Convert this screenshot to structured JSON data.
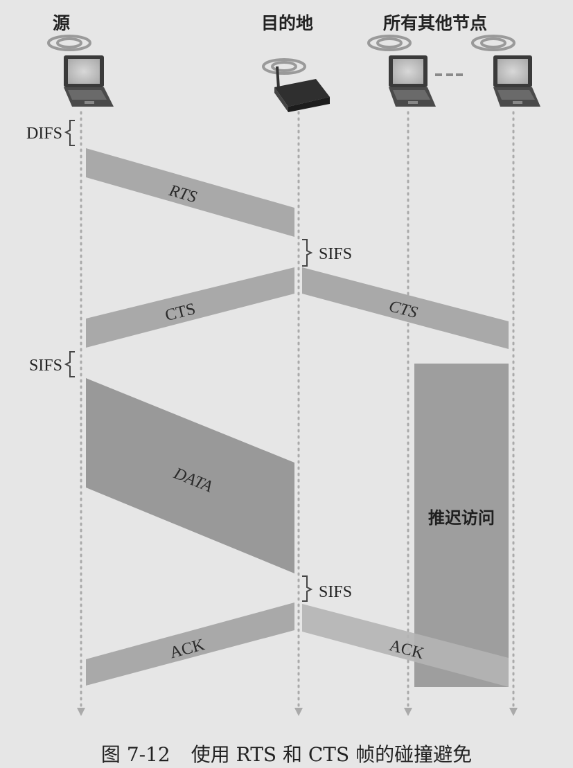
{
  "nodes": {
    "source": "源",
    "destination": "目的地",
    "others": "所有其他节点"
  },
  "intervals": {
    "difs": "DIFS",
    "sifs_dest_1": "SIFS",
    "sifs_source": "SIFS",
    "sifs_dest_2": "SIFS"
  },
  "frames": {
    "rts": "RTS",
    "cts_to_source": "CTS",
    "cts_to_others": "CTS",
    "data": "DATA",
    "ack_to_source": "ACK",
    "ack_to_others": "ACK"
  },
  "defer_access": "推迟访问",
  "caption": {
    "number": "图 7-12",
    "title": "使用 RTS 和 CTS 帧的碰撞避免"
  },
  "colors": {
    "background": "#e6e6e6",
    "frame_band": "#a9a9a9",
    "data_band": "#999999",
    "defer_block": "#9e9e9e",
    "timeline": "#aaaaaa"
  }
}
